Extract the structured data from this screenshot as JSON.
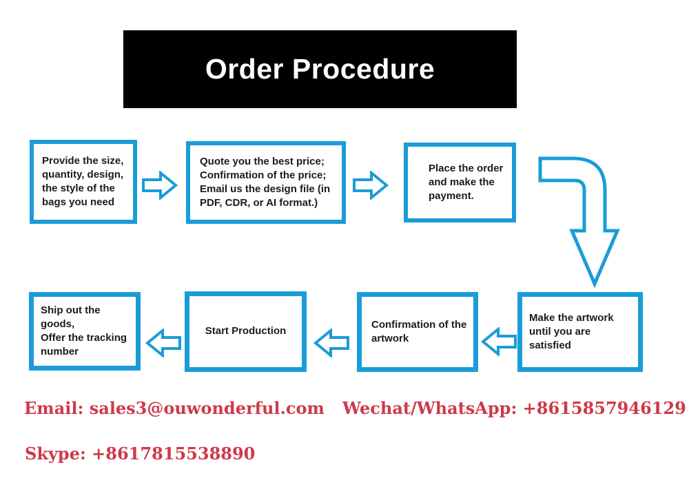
{
  "header": {
    "title": "Order Procedure"
  },
  "colors": {
    "accent_blue": "#1a9cd8",
    "contact_red": "#cf3949",
    "header_bg": "#000000",
    "box_text": "#1b1b1b"
  },
  "flowchart": {
    "top_row": [
      {
        "text": "Provide the size,\nquantity, design,\nthe style of the\nbags you need"
      },
      {
        "text": "Quote you the best price;\nConfirmation of the price;\nEmail us the design file (in\nPDF, CDR, or AI format.)"
      },
      {
        "text": "Place the order\nand make the\npayment."
      }
    ],
    "bottom_row": [
      {
        "text": "Make the artwork\nuntil you are satisfied"
      },
      {
        "text": "Confirmation of the\nartwork"
      },
      {
        "text": "Start Production"
      },
      {
        "text": "Ship out the goods,\nOffer the tracking\nnumber"
      }
    ]
  },
  "contact": {
    "email": "Email: sales3@ouwonderful.com",
    "wechat_whatsapp": "Wechat/WhatsApp: +8615857946129",
    "skype": "Skype: +8617815538890"
  }
}
